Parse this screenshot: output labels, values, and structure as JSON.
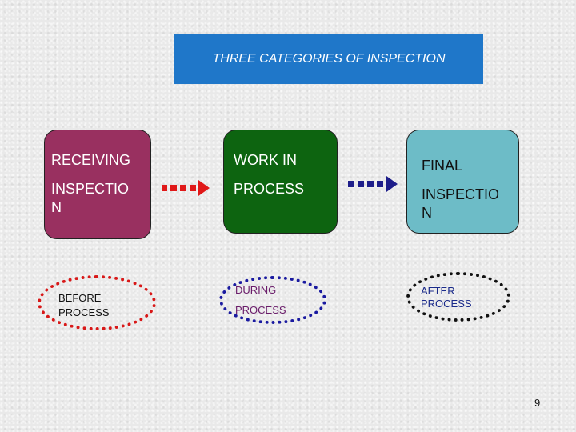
{
  "title": "THREE CATEGORIES OF INSPECTION",
  "boxes": [
    {
      "line1": "RECEIVING",
      "line2": "INSPECTIO",
      "line3": "N",
      "color": "#993060"
    },
    {
      "line1": "WORK IN",
      "line2": "PROCESS",
      "color": "#0d6410"
    },
    {
      "line1": "FINAL",
      "line2": "INSPECTIO",
      "line3": "N",
      "color": "#6dbcc7"
    }
  ],
  "stages": [
    {
      "line1": "BEFORE",
      "line2": "PROCESS",
      "border_color": "#d81818"
    },
    {
      "line1": "DURING",
      "line2": "PROCESS",
      "border_color": "#1a1aa0"
    },
    {
      "line1": "AFTER",
      "line2": "PROCESS",
      "border_color": "#111111"
    }
  ],
  "arrows": [
    {
      "color": "#e01818"
    },
    {
      "color": "#1e1e8a"
    }
  ],
  "page_number": "9"
}
